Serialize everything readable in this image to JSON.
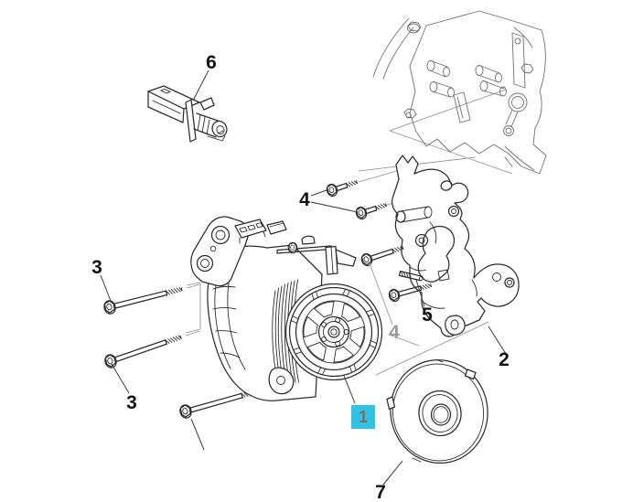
{
  "figure": {
    "type": "exploded-parts-diagram",
    "background": "#ffffff",
    "colors": {
      "line": "#2c2c2c",
      "reference_line": "#6f6f6f",
      "label": "#111111",
      "label_muted": "#9c9c9c",
      "highlight_bg": "#2fc3e8",
      "highlight_fg": "#8a6a55"
    },
    "callouts": [
      {
        "text": "6",
        "variant": "plain"
      },
      {
        "text": "3",
        "variant": "plain"
      },
      {
        "text": "3",
        "variant": "plain"
      },
      {
        "text": "4",
        "variant": "plain"
      },
      {
        "text": "4",
        "variant": "muted"
      },
      {
        "text": "5",
        "variant": "plain"
      },
      {
        "text": "2",
        "variant": "plain"
      },
      {
        "text": "1",
        "variant": "highlighted"
      },
      {
        "text": "7",
        "variant": "plain"
      }
    ]
  }
}
